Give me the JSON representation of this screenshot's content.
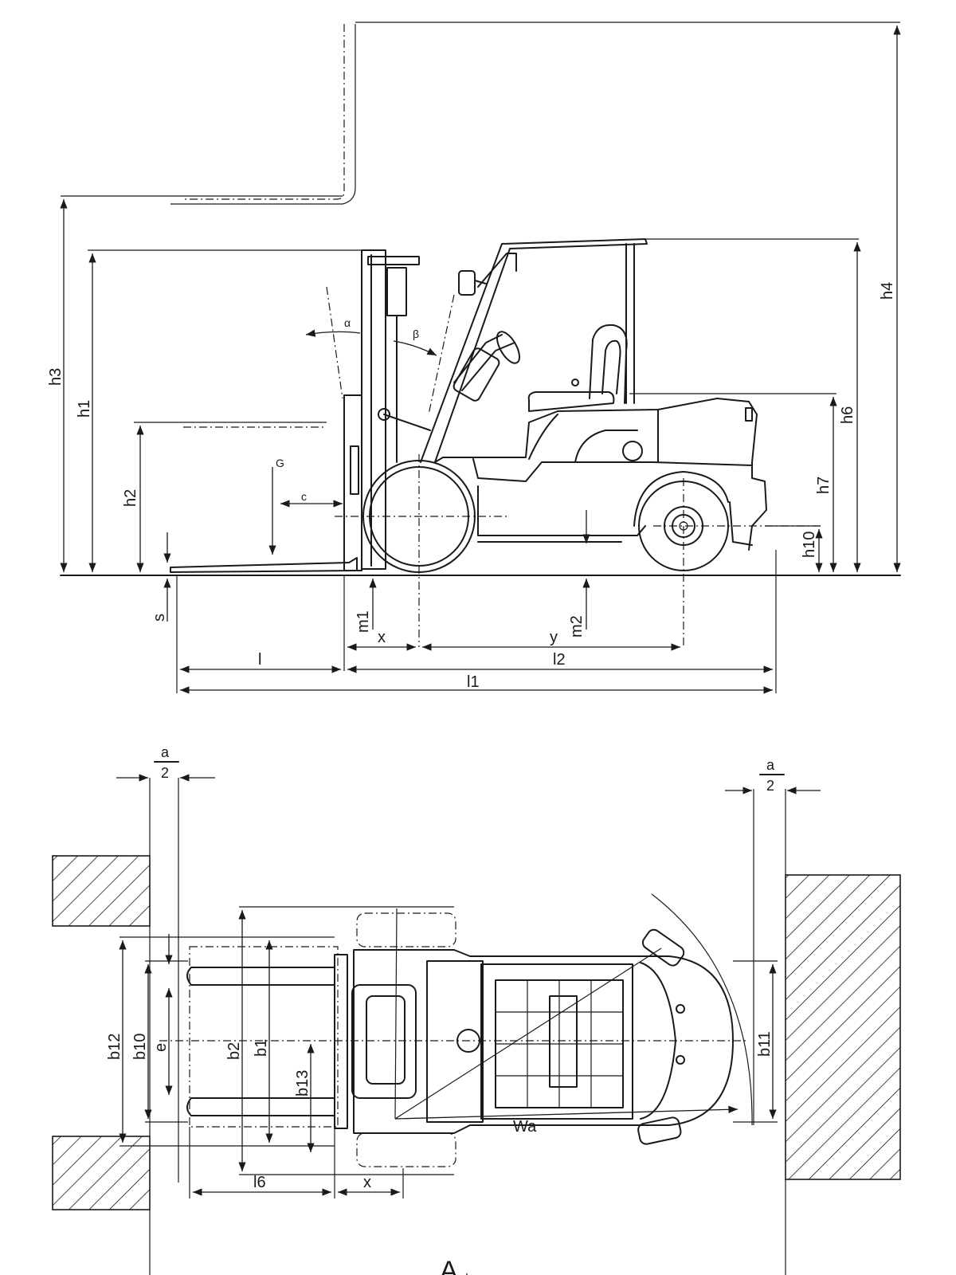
{
  "side_view": {
    "labels": {
      "h1": "h1",
      "h2": "h2",
      "h3": "h3",
      "h4": "h4",
      "h6": "h6",
      "h7": "h7",
      "h10": "h10",
      "s": "s",
      "m1": "m1",
      "m2": "m2",
      "x": "x",
      "y": "y",
      "l": "l",
      "l1": "l1",
      "l2": "l2",
      "G": "G",
      "c": "c",
      "alpha": "α",
      "beta": "β"
    }
  },
  "top_view": {
    "labels": {
      "a_num_left": "a",
      "a_den_left": "2",
      "a_num_right": "a",
      "a_den_right": "2",
      "b1": "b1",
      "b2": "b2",
      "b10": "b10",
      "b11": "b11",
      "b12": "b12",
      "b13": "b13",
      "e": "e",
      "l6": "l6",
      "x": "x",
      "Wa": "Wa",
      "Ast_main": "A",
      "Ast_sub": "st"
    }
  }
}
